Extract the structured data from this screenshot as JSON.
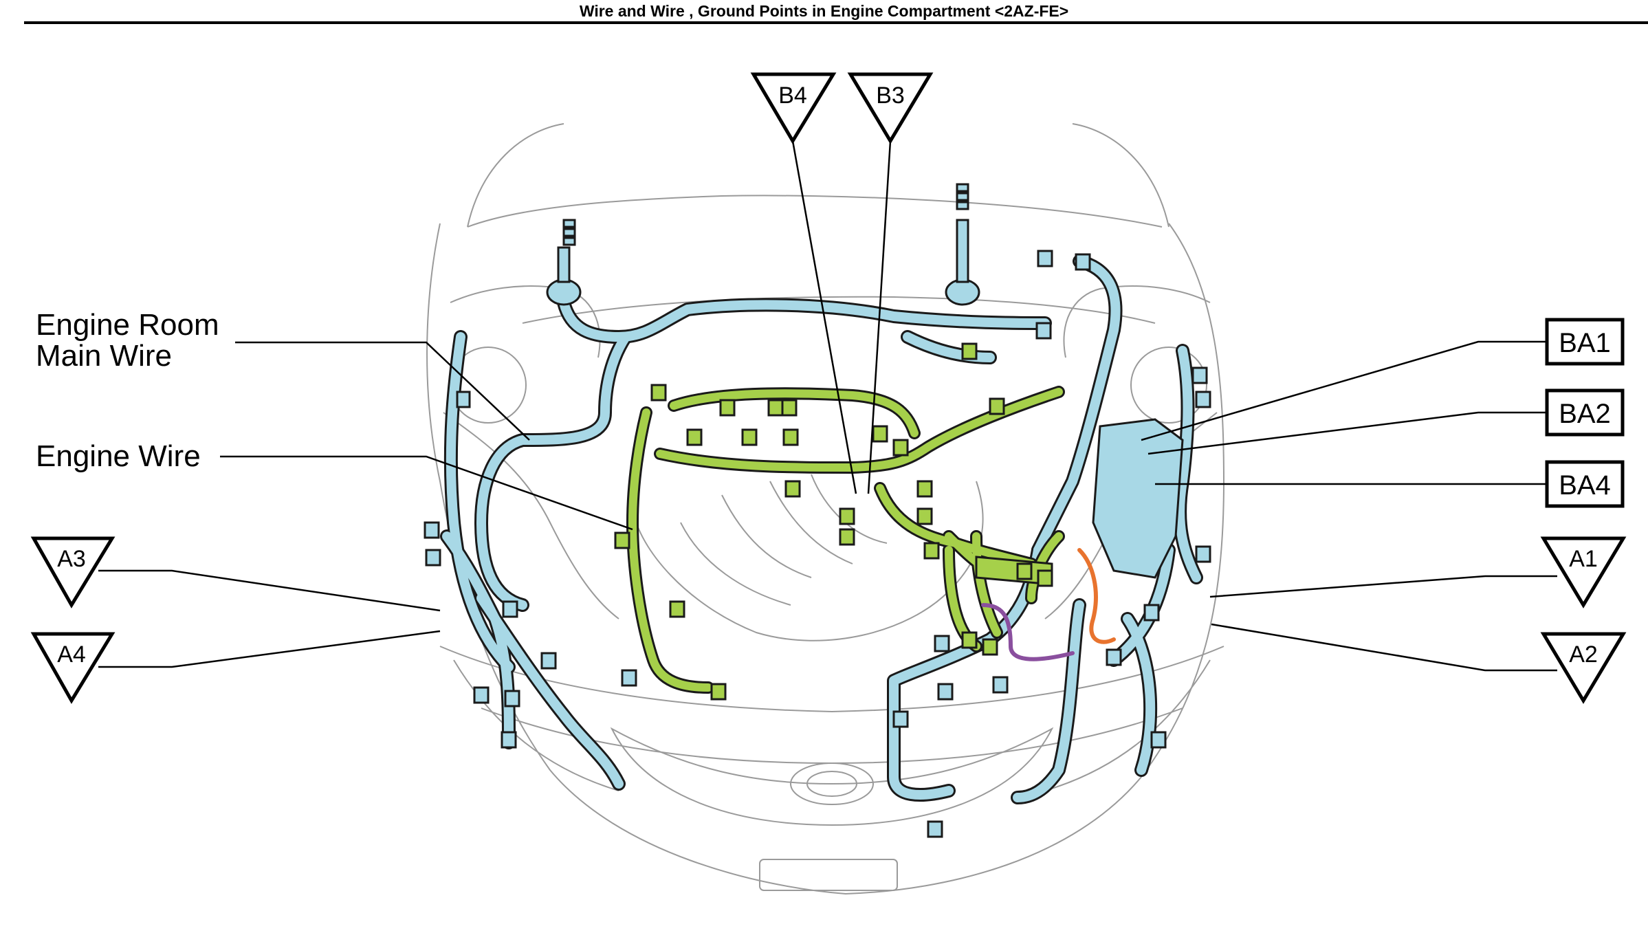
{
  "title": "Wire and Wire , Ground Points in Engine Compartment <2AZ-FE>",
  "labels": {
    "engine_room_main_wire_line1": "Engine Room",
    "engine_room_main_wire_line2": "Main Wire",
    "engine_wire": "Engine Wire"
  },
  "triangle_markers": {
    "b4": "B4",
    "b3": "B3",
    "a3": "A3",
    "a4": "A4",
    "a1": "A1",
    "a2": "A2"
  },
  "box_markers": {
    "ba1": "BA1",
    "ba2": "BA2",
    "ba4": "BA4"
  },
  "colors": {
    "engine_room_main_wire": "#a8d8e6",
    "engine_wire": "#a6d04a",
    "ground_wire_orange": "#e8732e",
    "ground_wire_purple": "#8a4f9e",
    "outline": "#1a1a1a"
  }
}
